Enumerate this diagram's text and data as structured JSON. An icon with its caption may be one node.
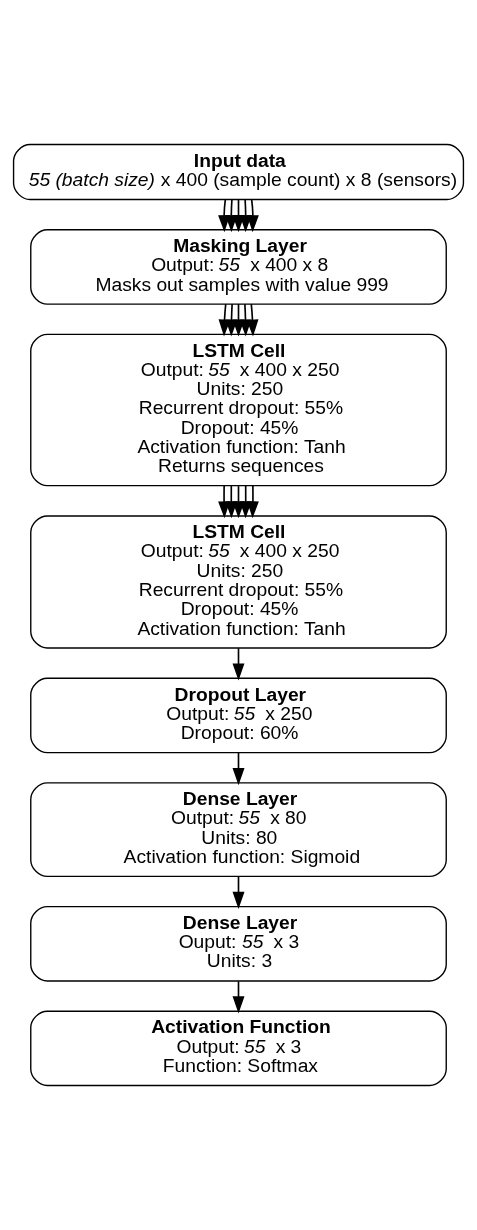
{
  "diagram": {
    "nodes": [
      {
        "text": [
          "Input data",
          "*55 (batch size)* x 400 (sample count) x 8 (sensors)"
        ]
      },
      {
        "text": [
          "Masking Layer",
          "Output: *55* x 400 x 8",
          "Masks out samples with value 999"
        ]
      },
      {
        "text": [
          "LSTM Cell",
          "Output: *55* x 400 x 250",
          "Units: 250",
          "Recurrent dropout: 55%",
          "Dropout: 45%",
          "Activation function: Tanh",
          "Returns sequences"
        ]
      },
      {
        "text": [
          "LSTM Cell",
          "Output: *55* x 400 x 250",
          "Units: 250",
          "Recurrent dropout: 55%",
          "Dropout: 45%",
          "Activation function: Tanh"
        ]
      },
      {
        "text": [
          "Dropout Layer",
          "Output: *55* x 250",
          "Dropout: 60%"
        ]
      },
      {
        "text": [
          "Dense Layer",
          "Output: *55* x 80",
          "Units: 80",
          "Activation function: Sigmoid"
        ]
      },
      {
        "text": [
          "Dense Layer",
          "Ouput: *55* x 3",
          "Units: 3"
        ]
      },
      {
        "text": [
          "Activation Function",
          "Output: *55* x 3",
          "Function: Softmax"
        ]
      }
    ],
    "edges": [
      {
        "from": 0,
        "to": 1,
        "arrow": "to"
      },
      {
        "from": 0,
        "to": 1,
        "arrow": "to"
      },
      {
        "from": 0,
        "to": 1,
        "arrow": "to"
      },
      {
        "from": 0,
        "to": 1,
        "arrow": "to"
      },
      {
        "from": 0,
        "to": 1,
        "arrow": "to"
      },
      {
        "from": 1,
        "to": 2,
        "arrow": "to"
      },
      {
        "from": 1,
        "to": 2,
        "arrow": "to"
      },
      {
        "from": 1,
        "to": 2,
        "arrow": "to"
      },
      {
        "from": 1,
        "to": 2,
        "arrow": "to"
      },
      {
        "from": 1,
        "to": 2,
        "arrow": "to"
      },
      {
        "from": 2,
        "to": 3,
        "arrow": "to"
      },
      {
        "from": 2,
        "to": 3,
        "arrow": "to"
      },
      {
        "from": 2,
        "to": 3,
        "arrow": "to"
      },
      {
        "from": 2,
        "to": 3,
        "arrow": "to"
      },
      {
        "from": 2,
        "to": 3,
        "arrow": "to"
      },
      {
        "from": 3,
        "to": 4,
        "arrow": "to"
      },
      {
        "from": 4,
        "to": 5,
        "arrow": "to"
      },
      {
        "from": 5,
        "to": 6,
        "arrow": "to"
      },
      {
        "from": 6,
        "to": 7,
        "arrow": "to"
      }
    ]
  }
}
